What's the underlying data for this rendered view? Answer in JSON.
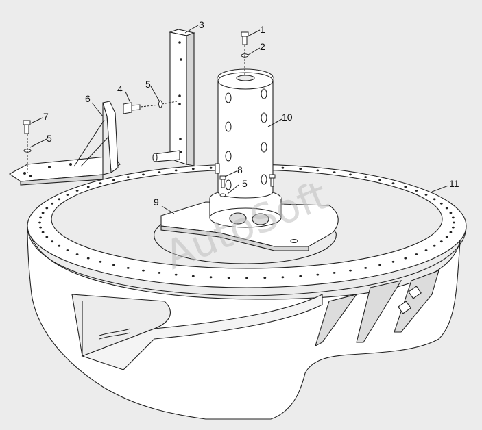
{
  "callouts": [
    {
      "id": "1",
      "text": "1"
    },
    {
      "id": "2",
      "text": "2"
    },
    {
      "id": "3",
      "text": "3"
    },
    {
      "id": "4",
      "text": "4"
    },
    {
      "id": "5a",
      "text": "5"
    },
    {
      "id": "6",
      "text": "6"
    },
    {
      "id": "7",
      "text": "7"
    },
    {
      "id": "5b",
      "text": "5"
    },
    {
      "id": "8",
      "text": "8"
    },
    {
      "id": "5c",
      "text": "5"
    },
    {
      "id": "9",
      "text": "9"
    },
    {
      "id": "10",
      "text": "10"
    },
    {
      "id": "11",
      "text": "11"
    }
  ],
  "watermark": "AutoSoft",
  "colors": {
    "background": "#ececec",
    "line": "#222222",
    "part_fill": "#ffffff",
    "shade": "#d6d6d6"
  }
}
